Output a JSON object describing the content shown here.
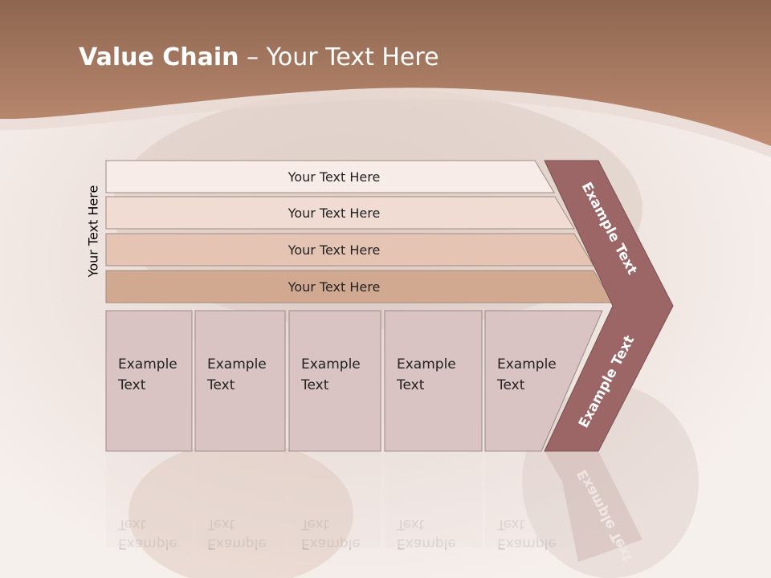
{
  "slide": {
    "title_bold": "Value Chain",
    "title_rest": " – Your Text Here",
    "side_label": "Your Text Here"
  },
  "support_rows": [
    {
      "label": "Your Text Here",
      "color": "#f7ece8"
    },
    {
      "label": "Your Text Here",
      "color": "#f0dcd3"
    },
    {
      "label": "Your Text Here",
      "color": "#e5c4b3"
    },
    {
      "label": "Your Text Here",
      "color": "#d1a990"
    }
  ],
  "primary_boxes": [
    {
      "line1": "Example",
      "line2": "Text"
    },
    {
      "line1": "Example",
      "line2": "Text"
    },
    {
      "line1": "Example",
      "line2": "Text"
    },
    {
      "line1": "Example",
      "line2": "Text"
    },
    {
      "line1": "Example",
      "line2": "Text"
    }
  ],
  "chevron": {
    "upper_label": "Example Text",
    "lower_label": "Example Text",
    "color": "#9c6566"
  },
  "colors": {
    "header": "#b07e63",
    "box_fill": "#d9c3c3",
    "box_stroke": "#9a8a8a"
  }
}
